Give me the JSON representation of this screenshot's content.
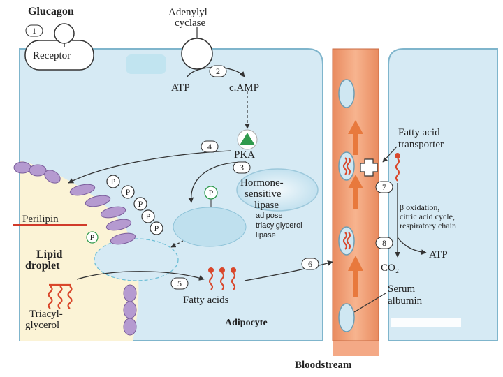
{
  "diagram": {
    "labels": {
      "glucagon": "Glucagon",
      "adenylyl_line1": "Adenylyl",
      "adenylyl_line2": "cyclase",
      "receptor": "Receptor",
      "atp_top": "ATP",
      "camp": "c.AMP",
      "pka": "PKA",
      "hsl_line1": "Hormone-",
      "hsl_line2": "sensitive",
      "hsl_line3": "lipase",
      "perilipin": "Perilipin",
      "lipid_line1": "Lipid",
      "lipid_line2": "droplet",
      "triacyl_line1": "Triacyl-",
      "triacyl_line2": "glycerol",
      "fatty_acids": "Fatty acids",
      "adipocyte": "Adipocyte",
      "bloodstream": "Bloodstream",
      "fat_transporter_line1": "Fatty acid",
      "fat_transporter_line2": "transporter",
      "beta_line1": "β oxidation,",
      "beta_line2": "citric acid cycle,",
      "beta_line3": "respiratory chain",
      "atp_right": "ATP",
      "co2": "CO₂",
      "serum_line1": "Serum",
      "serum_line2": "albumin",
      "atgl_line1": "adipose",
      "atgl_line2": "triacylglycerol",
      "atgl_line3": "lipase",
      "p": "P"
    },
    "steps": [
      "1",
      "2",
      "3",
      "4",
      "5",
      "6",
      "7",
      "8"
    ]
  }
}
